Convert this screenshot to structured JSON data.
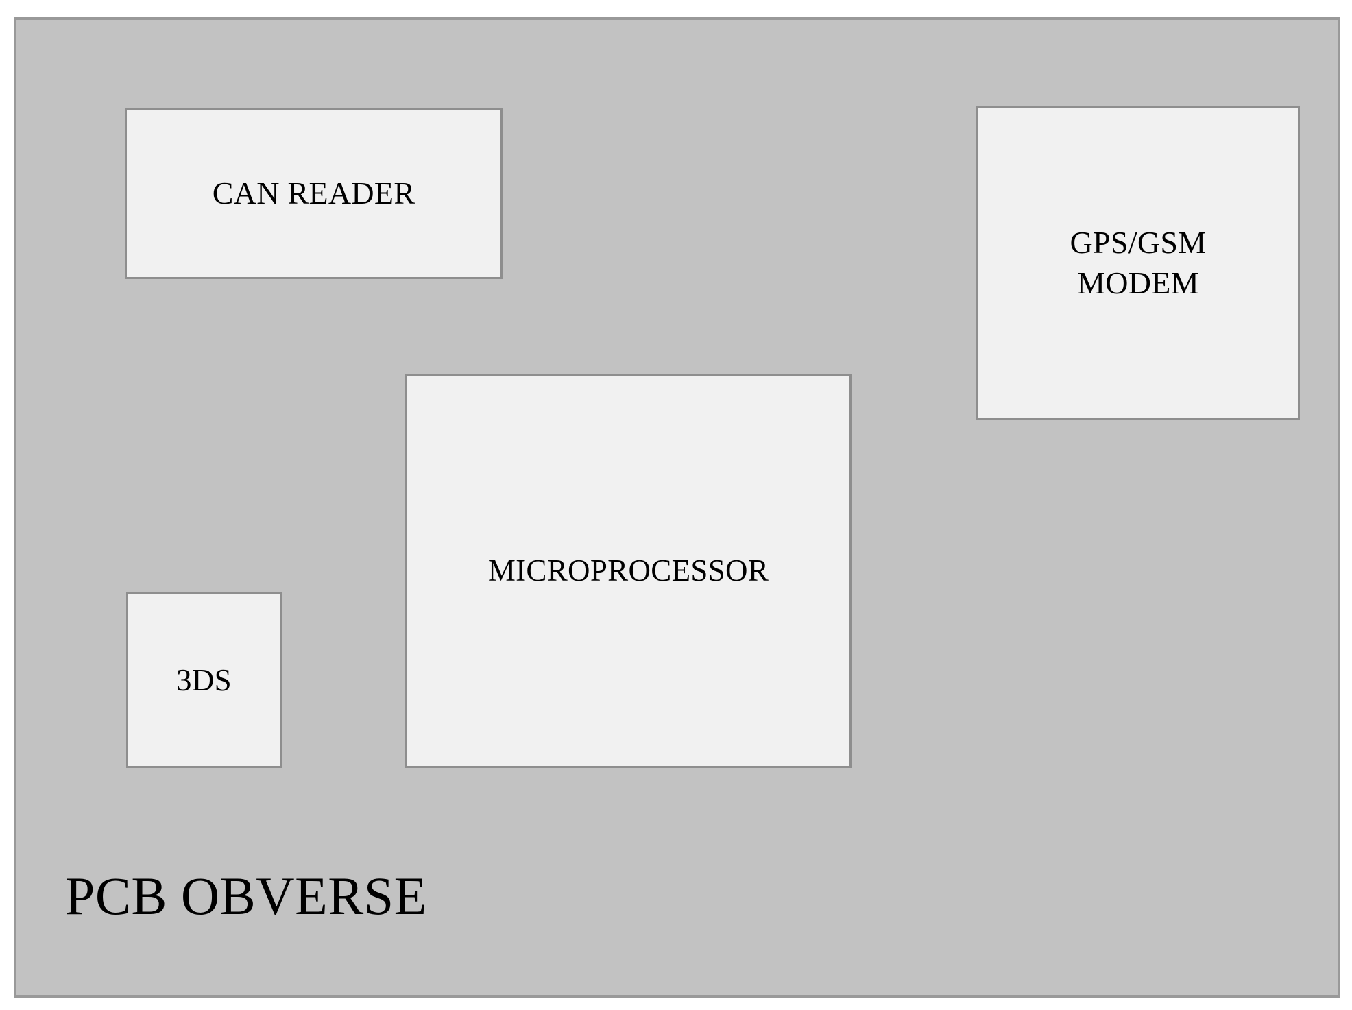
{
  "diagram": {
    "caption": "PCB OBVERSE",
    "board_color": "#c2c2c2",
    "board_border_color": "#999999",
    "component_fill": "#f1f1f1",
    "component_border_color": "#8e8e8e",
    "text_color": "#000000",
    "components": [
      {
        "id": "can-reader",
        "label": "CAN READER"
      },
      {
        "id": "gps-gsm-modem",
        "label": "GPS/GSM\nMODEM"
      },
      {
        "id": "microprocessor",
        "label": "MICROPROCESSOR"
      },
      {
        "id": "3ds",
        "label": "3DS"
      }
    ]
  }
}
